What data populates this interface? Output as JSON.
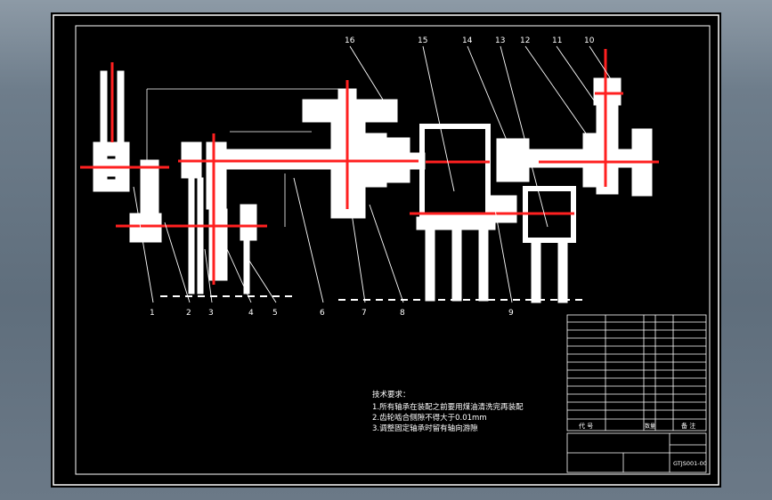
{
  "drawing": {
    "callouts": [
      "1",
      "2",
      "3",
      "4",
      "5",
      "6",
      "7",
      "8",
      "9",
      "10",
      "11",
      "12",
      "13",
      "14",
      "15",
      "16"
    ],
    "notes": {
      "title": "技术要求：",
      "lines": [
        "1.所有轴承在装配之前要用煤油清洗完再装配",
        "2.齿轮啮合侧隙不得大于0.01mm",
        "3.调整固定轴承时留有轴向游隙"
      ]
    },
    "title_block": {
      "col_code": "代 号",
      "col_qty": "数量",
      "col_remark": "备 注",
      "drawing_no": "GTJS001-00"
    }
  },
  "colors": {
    "outline": "#ffffff",
    "centerline": "#ff0000",
    "background": "#000000",
    "workspace": "#5d6d7e"
  }
}
